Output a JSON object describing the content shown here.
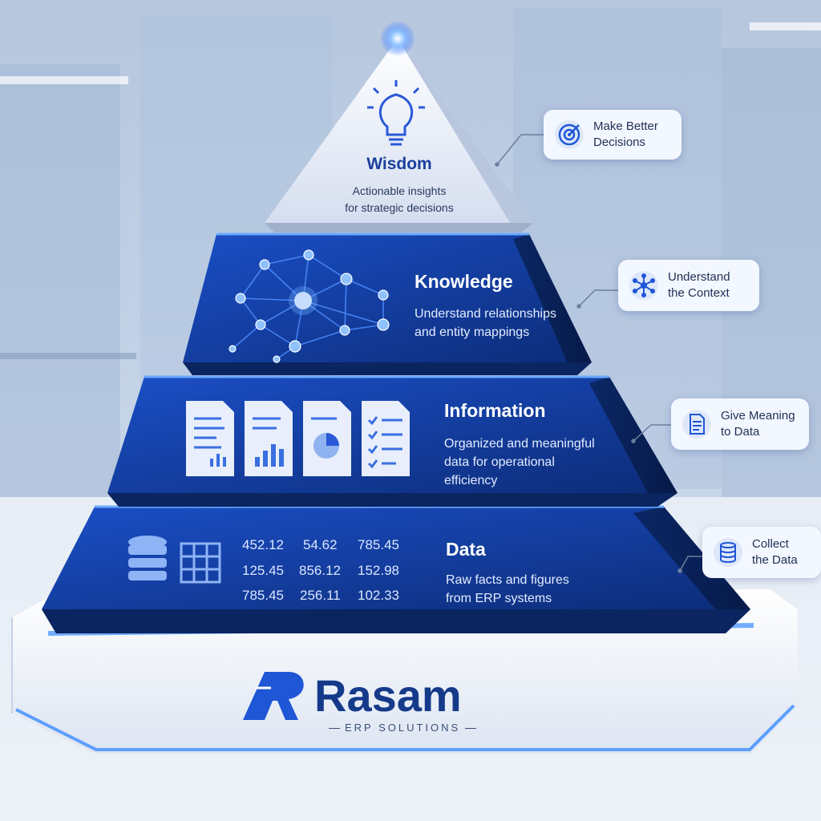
{
  "pyramid": {
    "wisdom": {
      "title": "Wisdom",
      "desc_line1": "Actionable insights",
      "desc_line2": "for strategic decisions"
    },
    "knowledge": {
      "title": "Knowledge",
      "desc_line1": "Understand relationships",
      "desc_line2": "and entity mappings"
    },
    "information": {
      "title": "Information",
      "desc_line1": "Organized and meaningful",
      "desc_line2": "data for operational",
      "desc_line3": "efficiency"
    },
    "data": {
      "title": "Data",
      "desc_line1": "Raw facts and figures",
      "desc_line2": "from ERP systems",
      "numbers": [
        [
          "452.12",
          "54.62",
          "785.45"
        ],
        [
          "125.45",
          "856.12",
          "152.98"
        ],
        [
          "785.45",
          "256.11",
          "102.33"
        ]
      ]
    }
  },
  "callouts": {
    "wisdom": {
      "line1": "Make Better",
      "line2": "Decisions",
      "icon": "target-icon"
    },
    "knowledge": {
      "line1": "Understand",
      "line2": "the Context",
      "icon": "network-icon"
    },
    "information": {
      "line1": "Give Meaning",
      "line2": "to Data",
      "icon": "document-icon"
    },
    "data": {
      "line1": "Collect",
      "line2": "the Data",
      "icon": "database-icon"
    }
  },
  "brand": {
    "name": "Rasam",
    "tagline": "ERP SOLUTIONS",
    "logo_letter": "R"
  },
  "colors": {
    "accent": "#1f56d6",
    "dark_blue": "#0f2f7a",
    "light_panel": "#f3f7ff",
    "glow": "#4ea3ff"
  }
}
